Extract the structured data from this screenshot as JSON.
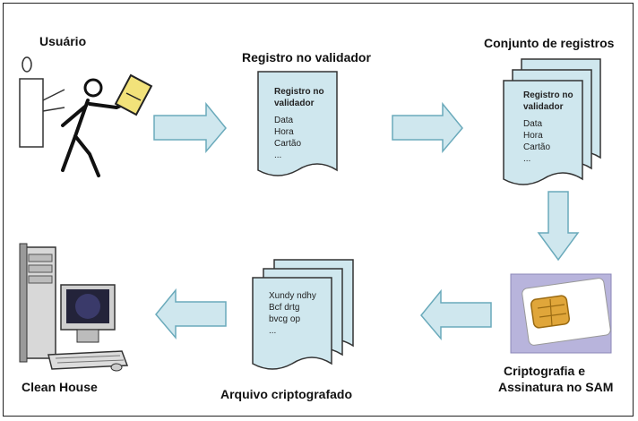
{
  "labels": {
    "usuario": "Usuário",
    "registro_validador": "Registro no validador",
    "conjunto": "Conjunto de registros",
    "criptografia_line1": "Criptografia e",
    "criptografia_line2": "Assinatura no SAM",
    "arquivo": "Arquivo criptografado",
    "clean_house": "Clean House"
  },
  "doc_single": {
    "title_line1": "Registro no",
    "title_line2": "validador",
    "lines": [
      "Data",
      "Hora",
      "Cartão",
      "..."
    ]
  },
  "doc_stack": {
    "title_line1": "Registro no",
    "title_line2": "validador",
    "lines": [
      "Data",
      "Hora",
      "Cartão",
      "..."
    ]
  },
  "doc_encrypted": {
    "lines": [
      "Xundy ndhy",
      "Bcf drtg",
      "bvcg op",
      "..."
    ]
  },
  "colors": {
    "arrow_fill": "#cfe7ee",
    "arrow_stroke": "#6aaabb",
    "doc_fill": "#cfe7ee",
    "doc_stroke": "#333333",
    "sam_bg": "#b8b4dc",
    "chip": "#e0a63a",
    "card_yellow": "#f2e27a"
  }
}
